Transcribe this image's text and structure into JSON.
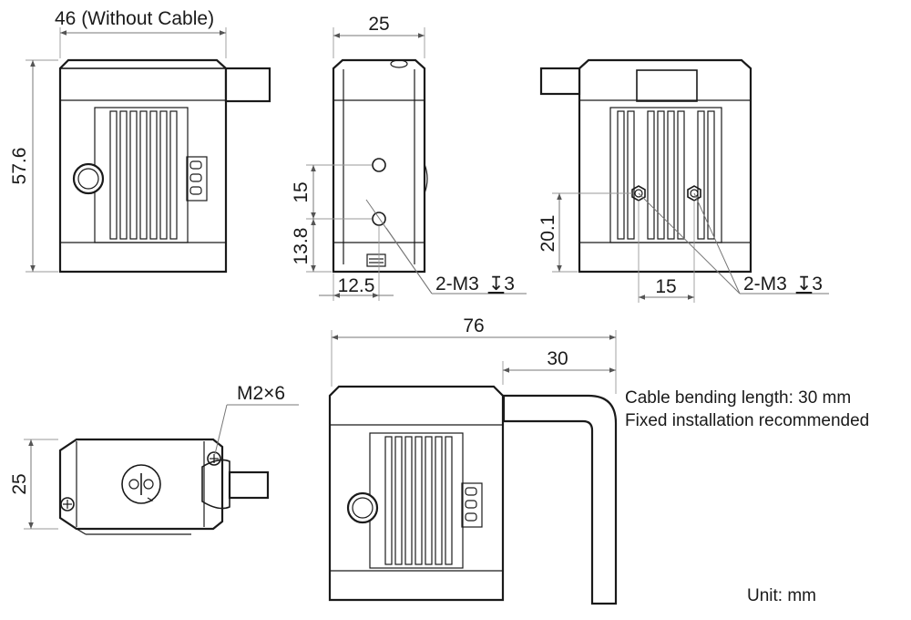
{
  "dimensions": {
    "front_width": "46 (Without Cable)",
    "front_height": "57.6",
    "side_width": "25",
    "side_hole_pitch": "15",
    "side_hole_bottom": "13.8",
    "side_hole_offset": "12.5",
    "side_thread": "2-M3 ",
    "side_depth": "3",
    "rear_height": "20.1",
    "rear_hole_pitch": "15",
    "rear_thread": "2-M3 ",
    "rear_depth": "3",
    "total_length": "76",
    "cable_offset": "30",
    "screw_spec": "M2×6",
    "top_height": "25"
  },
  "notes": {
    "line1": "Cable bending length: 30 mm",
    "line2": "Fixed installation recommended",
    "unit": "Unit: mm"
  },
  "symbols": {
    "depth_symbol": "depth-symbol",
    "screw": "phillips-screw-icon"
  }
}
